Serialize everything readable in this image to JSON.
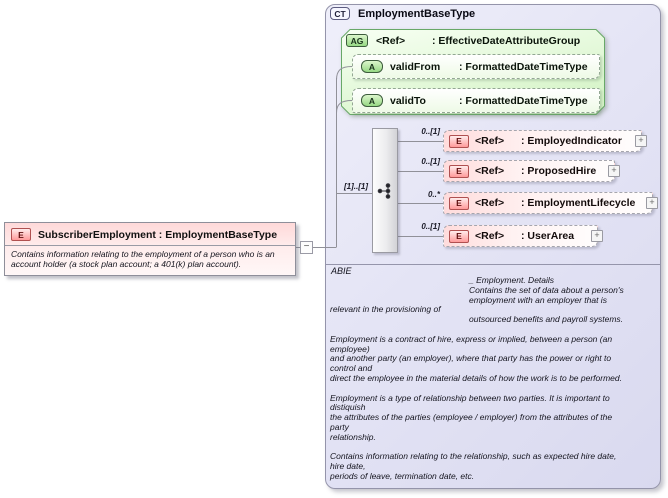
{
  "left_element": {
    "badge": "E",
    "title": "SubscriberEmployment : EmploymentBaseType",
    "description": "Contains information relating to the employment of a person who is an account holder (a stock plan account; a 401(k) plan account).",
    "collapse_glyph": "−"
  },
  "ct": {
    "badge": "CT",
    "title": "EmploymentBaseType",
    "attribute_group": {
      "badge": "AG",
      "name": "<Ref>",
      "type_label": ": EffectiveDateAttributeGroup",
      "attributes": [
        {
          "badge": "A",
          "name": "validFrom",
          "type_label": ": FormattedDateTimeType"
        },
        {
          "badge": "A",
          "name": "validTo",
          "type_label": ": FormattedDateTimeType"
        }
      ]
    },
    "sequence_cardinality": "[1]..[1]",
    "elements": [
      {
        "badge": "E",
        "cardinality": "0..[1]",
        "name": "<Ref>",
        "type_label": ": EmployedIndicator",
        "expand_glyph": "+"
      },
      {
        "badge": "E",
        "cardinality": "0..[1]",
        "name": "<Ref>",
        "type_label": ": ProposedHire",
        "expand_glyph": "+"
      },
      {
        "badge": "E",
        "cardinality": "0..*",
        "name": "<Ref>",
        "type_label": ": EmploymentLifecycle",
        "expand_glyph": "+"
      },
      {
        "badge": "E",
        "cardinality": "0..[1]",
        "name": "<Ref>",
        "type_label": ": UserArea",
        "expand_glyph": "+"
      }
    ],
    "abie": {
      "label": "ABIE",
      "doc_lines": [
        "_ Employment. Details",
        "Contains the set of data about a person's",
        "employment with an employer that is",
        "relevant in the provisioning of",
        "outsourced benefits and payroll systems.",
        "",
        "Employment is a contract of hire, express or implied, between a person (an",
        "employee)",
        "and another party (an employer), where that party has the power or right to",
        "control and",
        "direct the employee in the material details of how the work is to be performed.",
        "",
        "Employment is a type of relationship between two parties. It is important to",
        "distiquish",
        "the attributes of the parties (employee / employer) from the attributes of the",
        "party",
        "relationship.",
        "",
        "Contains information relating to the relationship, such as expected hire date,",
        "hire date,",
        "periods of leave, termination date, etc."
      ]
    }
  },
  "colors": {
    "ct_fill": "#e4e4f5",
    "ct_border": "#9494aa",
    "group_green_fill": "#e2f8d6",
    "group_green_border": "#68a868",
    "element_pink_fill": "#ffdcdc",
    "e_badge_border": "#b05050",
    "connector_line": "#909098"
  }
}
